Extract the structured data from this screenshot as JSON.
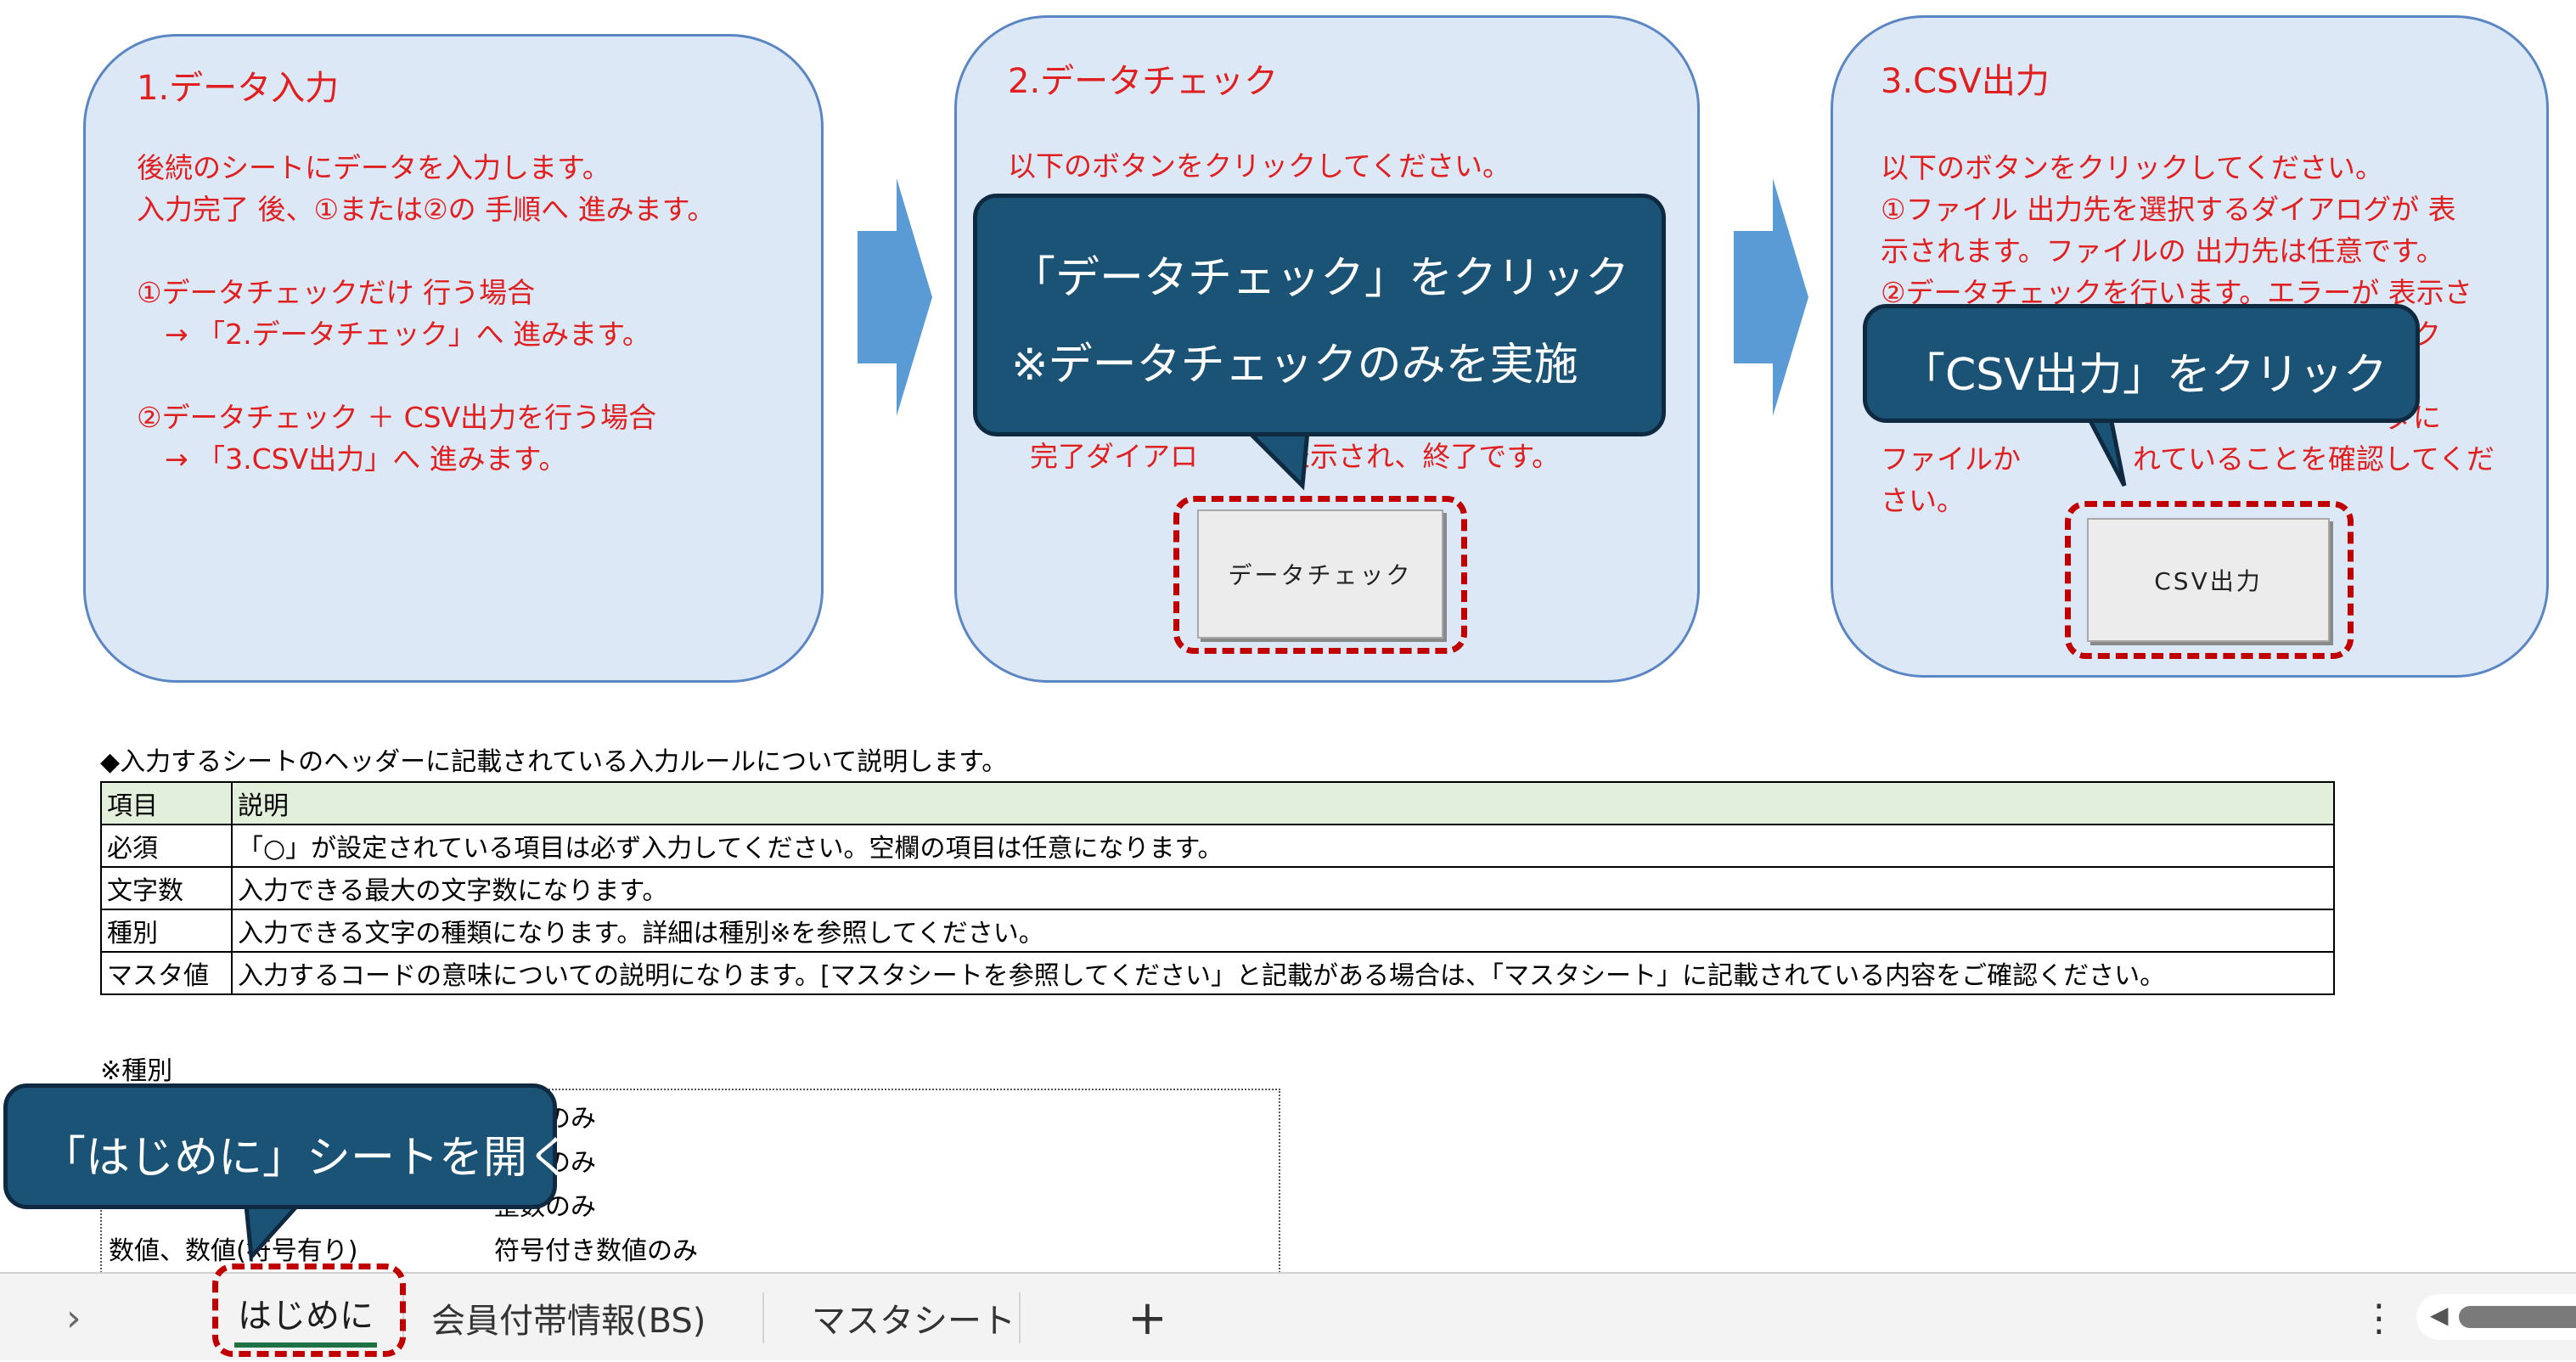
{
  "panels": [
    {
      "title": "1.データ入力",
      "body": "後続のシートにデータを入力します。\n入力完了 後、①または②の 手順へ 進みます。\n\n①データチェックだけ 行う場合\n　→ 「2.データチェック」へ 進みます。\n\n②データチェック ＋ CSV出力を行う場合\n　→ 「3.CSV出力」へ 進みます。"
    },
    {
      "title": "2.データチェック",
      "body": "以下のボタンをクリックしてください。",
      "body_bottom": "完了ダイアロ　　　表示され、終了です。",
      "button_label": "データチェック"
    },
    {
      "title": "3.CSV出力",
      "body": "以下のボタンをクリックしてください。\n①ファイル 出力先を選択するダイアログが 表\n示されます。ファイルの 出力先は任意です。\n②データチェックを行います。エラーが 表示さ\n　　　　　　　　　　　　　　　　　　ック\n\n　　　　　　　　　　　　　　　　　　ダに\nファイルか　　　　れていることを確認してくだ\nさい。",
      "button_label": "CSV出力"
    }
  ],
  "callouts": {
    "data_check_line1": "「データチェック」をクリック",
    "data_check_line2": "※データチェックのみを実施",
    "csv_output": "「CSV出力」をクリック",
    "open_sheet": "「はじめに」シートを開く"
  },
  "rules_caption": "◆入力するシートのヘッダーに記載されている入力ルールについて説明します。",
  "rules_table": {
    "headers": [
      "項目",
      "説明"
    ],
    "rows": [
      [
        "必須",
        "「○」が設定されている項目は必ず入力してください。空欄の項目は任意になります。"
      ],
      [
        "文字数",
        "入力できる最大の文字数になります。"
      ],
      [
        "種別",
        "入力できる文字の種類になります。詳細は種別※を参照してください。"
      ],
      [
        "マスタ値",
        "入力するコードの意味についての説明になります。[マスタシートを参照してください」と記載がある場合は、「マスタシート」に記載されている内容をご確認ください。"
      ]
    ]
  },
  "types_caption": "※種別",
  "types_rows": [
    {
      "left": "",
      "right": "数字のみ"
    },
    {
      "left": "",
      "right": "英数のみ"
    },
    {
      "left": "",
      "right": "整数のみ"
    },
    {
      "left": "数値、数値(符号有り)",
      "right": "符号付き数値のみ"
    }
  ],
  "tabs": {
    "nav": "›",
    "sheets": [
      "はじめに",
      "会員付帯情報(BS)",
      "マスタシート"
    ],
    "add": "+",
    "more": "⋮",
    "scroll_left": "◀"
  },
  "colors": {
    "panel_fill": "#dce8f5",
    "panel_border": "#5b86c4",
    "instruction_text": "#e02020",
    "arrow": "#5b9bd5",
    "callout_fill": "#1b5376",
    "highlight_dash": "#c00000",
    "table_header": "#e2efda",
    "active_tab_underline": "#1e7145"
  }
}
